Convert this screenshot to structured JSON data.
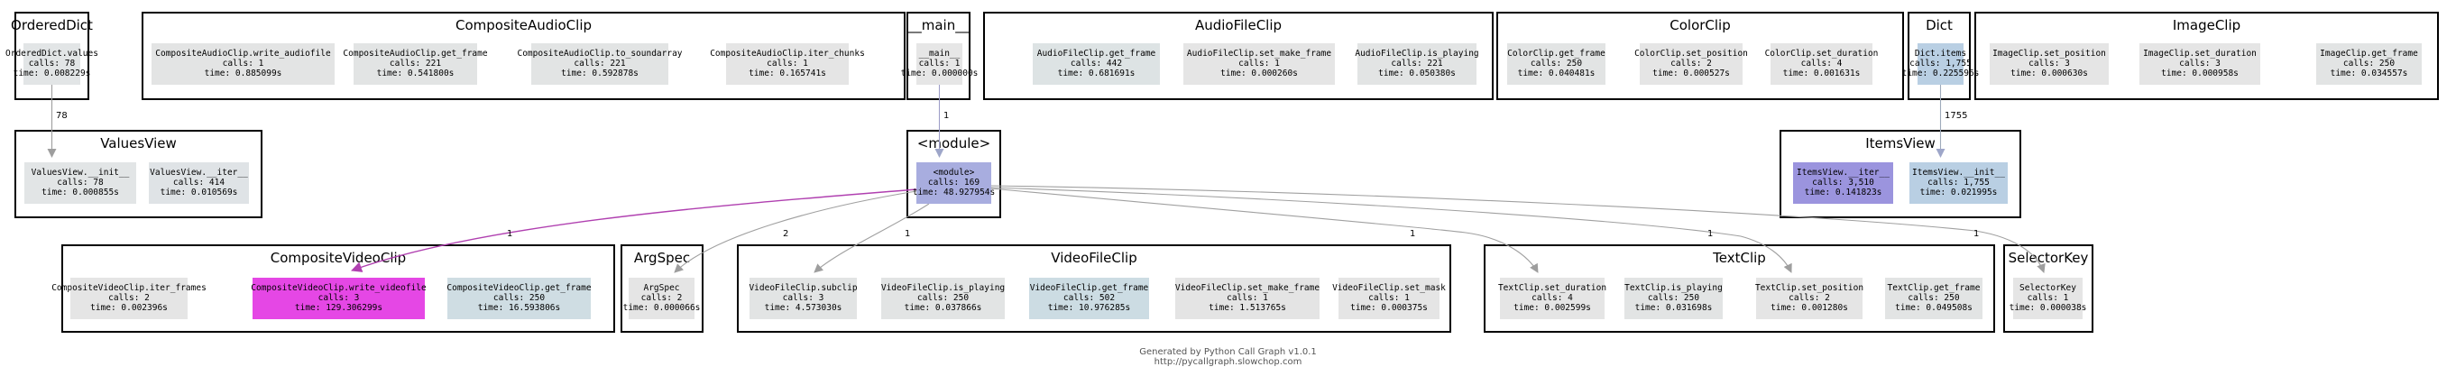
{
  "diagram": {
    "clusters": [
      {
        "id": "OrderedDict",
        "title": "OrderedDict",
        "nodes": [
          {
            "id": "od_values",
            "lines": [
              "OrderedDict.values",
              "calls: 78",
              "time: 0.008229s"
            ],
            "color": "#e2e5e6"
          }
        ]
      },
      {
        "id": "CompositeAudioClip",
        "title": "CompositeAudioClip",
        "nodes": [
          {
            "id": "cac_write",
            "lines": [
              "CompositeAudioClip.write_audiofile",
              "calls: 1",
              "time: 0.885099s"
            ],
            "color": "#e3e4e4"
          },
          {
            "id": "cac_get",
            "lines": [
              "CompositeAudioClip.get_frame",
              "calls: 221",
              "time: 0.541800s"
            ],
            "color": "#e2e4e4"
          },
          {
            "id": "cac_snd",
            "lines": [
              "CompositeAudioClip.to_soundarray",
              "calls: 221",
              "time: 0.592878s"
            ],
            "color": "#e2e4e4"
          },
          {
            "id": "cac_iter",
            "lines": [
              "CompositeAudioClip.iter_chunks",
              "calls: 1",
              "time: 0.165741s"
            ],
            "color": "#e5e5e5"
          }
        ]
      },
      {
        "id": "main",
        "title": "__main__",
        "nodes": [
          {
            "id": "main_main",
            "lines": [
              "__main__",
              "calls: 1",
              "time: 0.000000s"
            ],
            "color": "#e6e6e6"
          }
        ]
      },
      {
        "id": "AudioFileClip",
        "title": "AudioFileClip",
        "nodes": [
          {
            "id": "afc_get",
            "lines": [
              "AudioFileClip.get_frame",
              "calls: 442",
              "time: 0.681691s"
            ],
            "color": "#dde3e4"
          },
          {
            "id": "afc_mk",
            "lines": [
              "AudioFileClip.set_make_frame",
              "calls: 1",
              "time: 0.000260s"
            ],
            "color": "#e5e5e5"
          },
          {
            "id": "afc_play",
            "lines": [
              "AudioFileClip.is_playing",
              "calls: 221",
              "time: 0.050380s"
            ],
            "color": "#e2e4e4"
          }
        ]
      },
      {
        "id": "ColorClip",
        "title": "ColorClip",
        "nodes": [
          {
            "id": "cc_get",
            "lines": [
              "ColorClip.get_frame",
              "calls: 250",
              "time: 0.040481s"
            ],
            "color": "#e2e4e4"
          },
          {
            "id": "cc_pos",
            "lines": [
              "ColorClip.set_position",
              "calls: 2",
              "time: 0.000527s"
            ],
            "color": "#e5e5e5"
          },
          {
            "id": "cc_dur",
            "lines": [
              "ColorClip.set_duration",
              "calls: 4",
              "time: 0.001631s"
            ],
            "color": "#e5e5e5"
          }
        ]
      },
      {
        "id": "Dict",
        "title": "Dict",
        "nodes": [
          {
            "id": "dict_items",
            "lines": [
              "Dict.items",
              "calls: 1,755",
              "time: 0.225596s"
            ],
            "color": "#b9cfe3"
          }
        ]
      },
      {
        "id": "ImageClip",
        "title": "ImageClip",
        "nodes": [
          {
            "id": "ic_pos",
            "lines": [
              "ImageClip.set_position",
              "calls: 3",
              "time: 0.000630s"
            ],
            "color": "#e5e5e5"
          },
          {
            "id": "ic_dur",
            "lines": [
              "ImageClip.set_duration",
              "calls: 3",
              "time: 0.000958s"
            ],
            "color": "#e5e5e5"
          },
          {
            "id": "ic_get",
            "lines": [
              "ImageClip.get_frame",
              "calls: 250",
              "time: 0.034557s"
            ],
            "color": "#e2e4e4"
          }
        ]
      },
      {
        "id": "ValuesView",
        "title": "ValuesView",
        "nodes": [
          {
            "id": "vv_init",
            "lines": [
              "ValuesView.__init__",
              "calls: 78",
              "time: 0.000855s"
            ],
            "color": "#e2e5e6"
          },
          {
            "id": "vv_iter",
            "lines": [
              "ValuesView.__iter__",
              "calls: 414",
              "time: 0.010569s"
            ],
            "color": "#dfe3e6"
          }
        ]
      },
      {
        "id": "module",
        "title": "<module>",
        "nodes": [
          {
            "id": "mod_mod",
            "lines": [
              "<module>",
              "calls: 169",
              "time: 48.927954s"
            ],
            "color": "#a8addf"
          }
        ]
      },
      {
        "id": "ItemsView",
        "title": "ItemsView",
        "nodes": [
          {
            "id": "iv_iter",
            "lines": [
              "ItemsView.__iter__",
              "calls: 3,510",
              "time: 0.141823s"
            ],
            "color": "#9b94de"
          },
          {
            "id": "iv_init",
            "lines": [
              "ItemsView.__init__",
              "calls: 1,755",
              "time: 0.021995s"
            ],
            "color": "#b9cfe3"
          }
        ]
      },
      {
        "id": "CompositeVideoClip",
        "title": "CompositeVideoClip",
        "nodes": [
          {
            "id": "cvc_iter",
            "lines": [
              "CompositeVideoClip.iter_frames",
              "calls: 2",
              "time: 0.002396s"
            ],
            "color": "#e5e5e5"
          },
          {
            "id": "cvc_write",
            "lines": [
              "CompositeVideoClip.write_videofile",
              "calls: 3",
              "time: 129.306299s"
            ],
            "color": "#e547e5"
          },
          {
            "id": "cvc_get",
            "lines": [
              "CompositeVideoClip.get_frame",
              "calls: 250",
              "time: 16.593806s"
            ],
            "color": "#cfdde3"
          }
        ]
      },
      {
        "id": "ArgSpec",
        "title": "ArgSpec",
        "nodes": [
          {
            "id": "argspec",
            "lines": [
              "ArgSpec",
              "calls: 2",
              "time: 0.000066s"
            ],
            "color": "#e5e5e5"
          }
        ]
      },
      {
        "id": "VideoFileClip",
        "title": "VideoFileClip",
        "nodes": [
          {
            "id": "vfc_sub",
            "lines": [
              "VideoFileClip.subclip",
              "calls: 3",
              "time: 4.573030s"
            ],
            "color": "#e2e4e4"
          },
          {
            "id": "vfc_play",
            "lines": [
              "VideoFileClip.is_playing",
              "calls: 250",
              "time: 0.037866s"
            ],
            "color": "#e2e4e4"
          },
          {
            "id": "vfc_get",
            "lines": [
              "VideoFileClip.get_frame",
              "calls: 502",
              "time: 10.976285s"
            ],
            "color": "#ccdce3"
          },
          {
            "id": "vfc_mk",
            "lines": [
              "VideoFileClip.set_make_frame",
              "calls: 1",
              "time: 1.513765s"
            ],
            "color": "#e4e4e4"
          },
          {
            "id": "vfc_mask",
            "lines": [
              "VideoFileClip.set_mask",
              "calls: 1",
              "time: 0.000375s"
            ],
            "color": "#e5e5e5"
          }
        ]
      },
      {
        "id": "TextClip",
        "title": "TextClip",
        "nodes": [
          {
            "id": "tc_dur",
            "lines": [
              "TextClip.set_duration",
              "calls: 4",
              "time: 0.002599s"
            ],
            "color": "#e5e5e5"
          },
          {
            "id": "tc_play",
            "lines": [
              "TextClip.is_playing",
              "calls: 250",
              "time: 0.031698s"
            ],
            "color": "#e2e4e4"
          },
          {
            "id": "tc_pos",
            "lines": [
              "TextClip.set_position",
              "calls: 2",
              "time: 0.001280s"
            ],
            "color": "#e5e5e5"
          },
          {
            "id": "tc_get",
            "lines": [
              "TextClip.get_frame",
              "calls: 250",
              "time: 0.049508s"
            ],
            "color": "#e2e4e4"
          }
        ]
      },
      {
        "id": "SelectorKey",
        "title": "SelectorKey",
        "nodes": [
          {
            "id": "selkey",
            "lines": [
              "SelectorKey",
              "calls: 1",
              "time: 0.000038s"
            ],
            "color": "#e5e5e5"
          }
        ]
      }
    ],
    "edges": [
      {
        "from": "od_values",
        "to": "vv_init",
        "label": "78",
        "color": "#9e9e9e"
      },
      {
        "from": "main_main",
        "to": "mod_mod",
        "label": "1",
        "color": "#9e9ec9"
      },
      {
        "from": "dict_items",
        "to": "iv_init",
        "label": "1755",
        "color": "#9eaabb"
      },
      {
        "from": "mod_mod",
        "to": "cvc_write",
        "label": "1",
        "color": "#b040b0"
      },
      {
        "from": "mod_mod",
        "to": "argspec",
        "label": "2",
        "color": "#a0a0a0"
      },
      {
        "from": "mod_mod",
        "to": "vfc_sub",
        "label": "1",
        "color": "#a0a0a0"
      },
      {
        "from": "mod_mod",
        "to": "tc_dur",
        "label": "1",
        "color": "#a0a0a0"
      },
      {
        "from": "mod_mod",
        "to": "tc_pos",
        "label": "1",
        "color": "#a0a0a0"
      },
      {
        "from": "mod_mod",
        "to": "selkey",
        "label": "1",
        "color": "#a0a0a0"
      }
    ],
    "footer": [
      "Generated by Python Call Graph v1.0.1",
      "http://pycallgraph.slowchop.com"
    ]
  }
}
